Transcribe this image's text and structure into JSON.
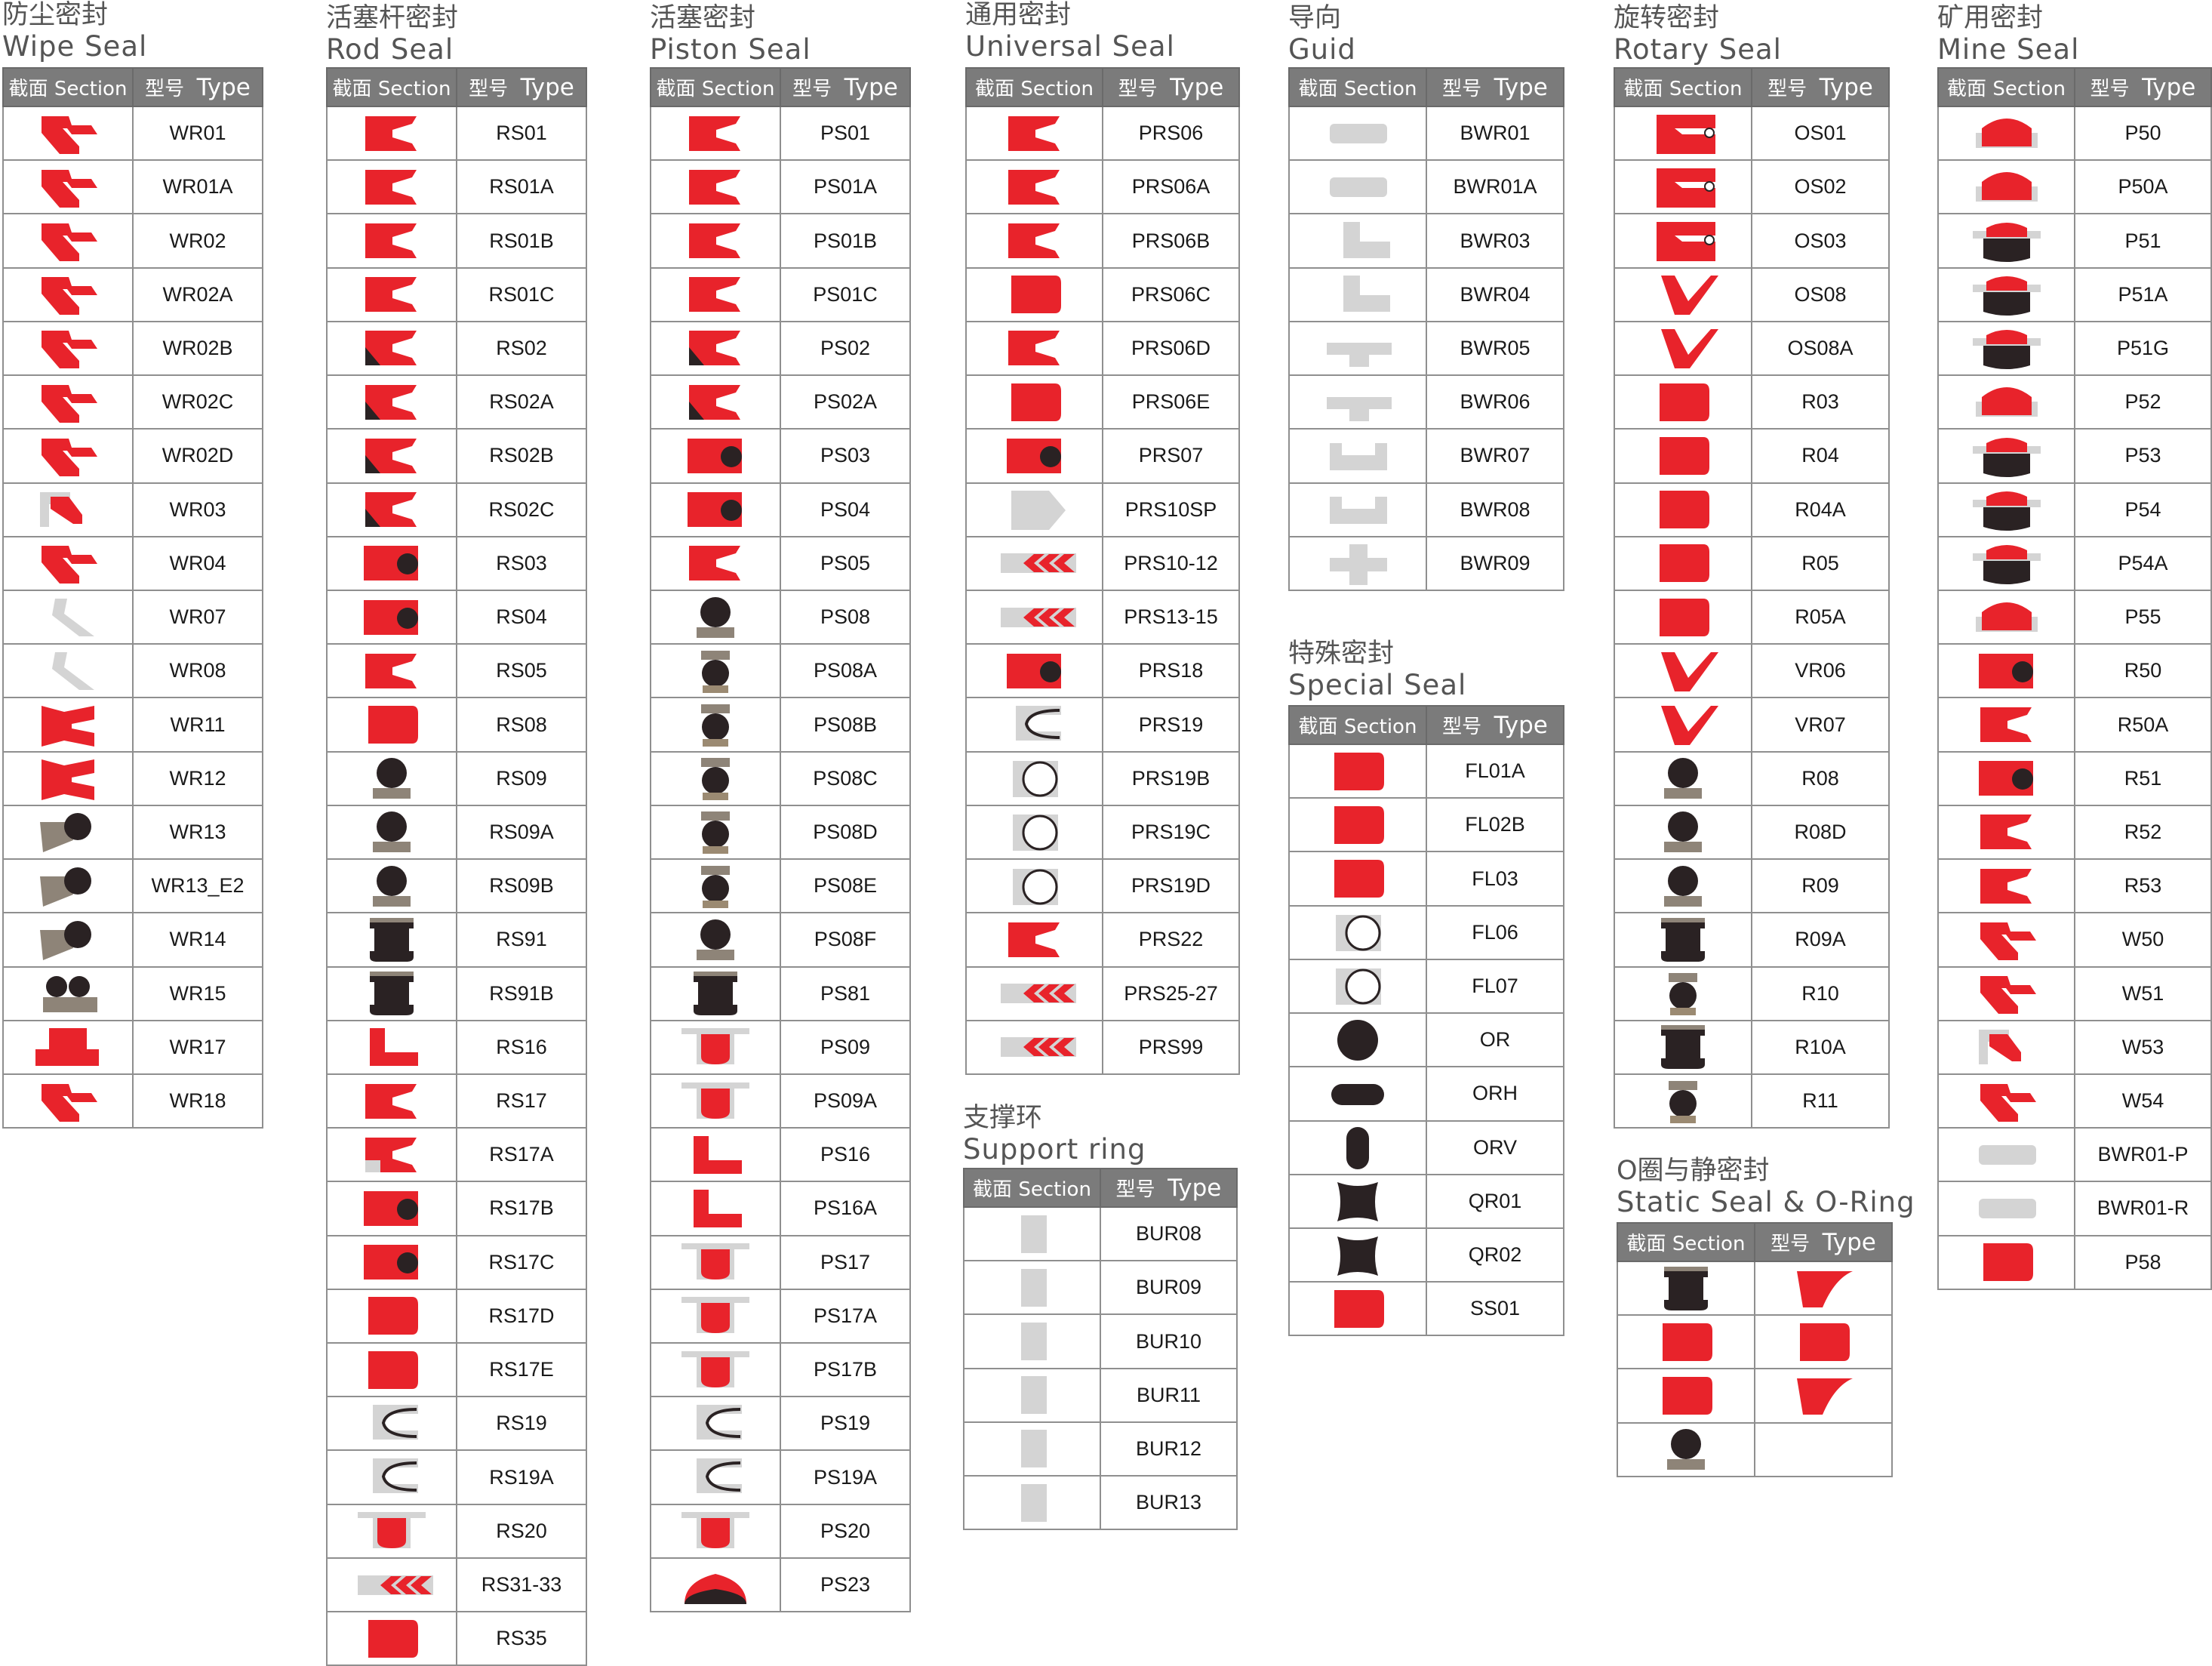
{
  "header": {
    "section_zh": "截面",
    "section_en": "Section",
    "type_zh": "型号",
    "type_en": "Type"
  },
  "colors": {
    "red": "#e8232b",
    "dark": "#2a2223",
    "brown": "#8e8478",
    "tan": "#9b8a72",
    "grey": "#d4d4d4",
    "header_bg": "#7b7b7b"
  },
  "groups": [
    {
      "id": "wipe",
      "title_zh": "防尘密封",
      "title_en": "Wipe Seal",
      "rows": [
        {
          "type": "WR01",
          "icon": "wiper-red-icon"
        },
        {
          "type": "WR01A",
          "icon": "wiper-red-icon"
        },
        {
          "type": "WR02",
          "icon": "wiper-red-icon"
        },
        {
          "type": "WR02A",
          "icon": "wiper-red-icon"
        },
        {
          "type": "WR02B",
          "icon": "wiper-red-icon"
        },
        {
          "type": "WR02C",
          "icon": "wiper-red-icon"
        },
        {
          "type": "WR02D",
          "icon": "wiper-red-icon"
        },
        {
          "type": "WR03",
          "icon": "wiper-metal-case-icon"
        },
        {
          "type": "WR04",
          "icon": "wiper-red-icon"
        },
        {
          "type": "WR07",
          "icon": "wiper-grey-icon"
        },
        {
          "type": "WR08",
          "icon": "wiper-grey-icon"
        },
        {
          "type": "WR11",
          "icon": "wiper-double-icon"
        },
        {
          "type": "WR12",
          "icon": "wiper-double-icon"
        },
        {
          "type": "WR13",
          "icon": "wiper-brown-oring-icon"
        },
        {
          "type": "WR13_E2",
          "icon": "wiper-brown-oring-icon"
        },
        {
          "type": "WR14",
          "icon": "wiper-brown-oring-icon"
        },
        {
          "type": "WR15",
          "icon": "wiper-double-oring-icon"
        },
        {
          "type": "WR17",
          "icon": "wiper-hat-icon"
        },
        {
          "type": "WR18",
          "icon": "wiper-red-icon"
        }
      ]
    },
    {
      "id": "rod",
      "title_zh": "活塞杆密封",
      "title_en": "Rod Seal",
      "rows": [
        {
          "type": "RS01",
          "icon": "u-cup-red-icon"
        },
        {
          "type": "RS01A",
          "icon": "u-cup-red-icon"
        },
        {
          "type": "RS01B",
          "icon": "u-cup-red-icon"
        },
        {
          "type": "RS01C",
          "icon": "u-cup-red-icon"
        },
        {
          "type": "RS02",
          "icon": "u-cup-backup-icon"
        },
        {
          "type": "RS02A",
          "icon": "u-cup-backup-icon"
        },
        {
          "type": "RS02B",
          "icon": "u-cup-backup-icon"
        },
        {
          "type": "RS02C",
          "icon": "u-cup-backup-icon"
        },
        {
          "type": "RS03",
          "icon": "u-cup-oring-icon"
        },
        {
          "type": "RS04",
          "icon": "u-cup-oring-icon"
        },
        {
          "type": "RS05",
          "icon": "u-cup-red-icon"
        },
        {
          "type": "RS08",
          "icon": "compact-red-icon"
        },
        {
          "type": "RS09",
          "icon": "oring-on-brown-icon"
        },
        {
          "type": "RS09A",
          "icon": "oring-on-brown-icon"
        },
        {
          "type": "RS09B",
          "icon": "oring-on-brown-icon"
        },
        {
          "type": "RS91",
          "icon": "dark-block-icon"
        },
        {
          "type": "RS91B",
          "icon": "dark-block-icon"
        },
        {
          "type": "RS16",
          "icon": "l-ring-red-icon"
        },
        {
          "type": "RS17",
          "icon": "u-cup-red-icon"
        },
        {
          "type": "RS17A",
          "icon": "u-cup-backup-grey-icon"
        },
        {
          "type": "RS17B",
          "icon": "u-cup-oring-icon"
        },
        {
          "type": "RS17C",
          "icon": "u-cup-oring-icon"
        },
        {
          "type": "RS17D",
          "icon": "compact-red-icon"
        },
        {
          "type": "RS17E",
          "icon": "compact-red-icon"
        },
        {
          "type": "RS19",
          "icon": "spring-seal-grey-icon"
        },
        {
          "type": "RS19A",
          "icon": "spring-seal-grey-icon"
        },
        {
          "type": "RS20",
          "icon": "t-seal-icon"
        },
        {
          "type": "RS31-33",
          "icon": "v-pack-red-icon"
        },
        {
          "type": "RS35",
          "icon": "compact-red-icon"
        }
      ]
    },
    {
      "id": "piston",
      "title_zh": "活塞密封",
      "title_en": "Piston Seal",
      "rows": [
        {
          "type": "PS01",
          "icon": "u-cup-red-icon"
        },
        {
          "type": "PS01A",
          "icon": "u-cup-red-icon"
        },
        {
          "type": "PS01B",
          "icon": "u-cup-red-icon"
        },
        {
          "type": "PS01C",
          "icon": "u-cup-red-icon"
        },
        {
          "type": "PS02",
          "icon": "u-cup-backup-icon"
        },
        {
          "type": "PS02A",
          "icon": "u-cup-backup-icon"
        },
        {
          "type": "PS03",
          "icon": "u-cup-oring-icon"
        },
        {
          "type": "PS04",
          "icon": "u-cup-oring-icon"
        },
        {
          "type": "PS05",
          "icon": "u-cup-red-icon"
        },
        {
          "type": "PS08",
          "icon": "oring-on-brown-icon"
        },
        {
          "type": "PS08A",
          "icon": "oring-stack-icon"
        },
        {
          "type": "PS08B",
          "icon": "oring-stack-icon"
        },
        {
          "type": "PS08C",
          "icon": "oring-stack-icon"
        },
        {
          "type": "PS08D",
          "icon": "oring-stack-icon"
        },
        {
          "type": "PS08E",
          "icon": "oring-stack-icon"
        },
        {
          "type": "PS08F",
          "icon": "oring-on-brown-icon"
        },
        {
          "type": "PS81",
          "icon": "dark-block-icon"
        },
        {
          "type": "PS09",
          "icon": "t-seal-icon"
        },
        {
          "type": "PS09A",
          "icon": "t-seal-icon"
        },
        {
          "type": "PS16",
          "icon": "l-ring-red-icon"
        },
        {
          "type": "PS16A",
          "icon": "l-ring-red-icon"
        },
        {
          "type": "PS17",
          "icon": "t-seal-icon"
        },
        {
          "type": "PS17A",
          "icon": "t-seal-icon"
        },
        {
          "type": "PS17B",
          "icon": "t-seal-icon"
        },
        {
          "type": "PS19",
          "icon": "spring-seal-grey-icon"
        },
        {
          "type": "PS19A",
          "icon": "spring-seal-grey-icon"
        },
        {
          "type": "PS20",
          "icon": "t-seal-icon"
        },
        {
          "type": "PS23",
          "icon": "dome-seal-icon"
        }
      ]
    },
    {
      "id": "universal",
      "title_zh": "通用密封",
      "title_en": "Universal Seal",
      "rows": [
        {
          "type": "PRS06",
          "icon": "u-cup-red-icon"
        },
        {
          "type": "PRS06A",
          "icon": "u-cup-red-icon"
        },
        {
          "type": "PRS06B",
          "icon": "u-cup-red-icon"
        },
        {
          "type": "PRS06C",
          "icon": "compact-red-icon"
        },
        {
          "type": "PRS06D",
          "icon": "u-cup-red-icon"
        },
        {
          "type": "PRS06E",
          "icon": "compact-red-icon"
        },
        {
          "type": "PRS07",
          "icon": "u-cup-oring-icon"
        },
        {
          "type": "PRS10SP",
          "icon": "grey-pentagon-icon"
        },
        {
          "type": "PRS10-12",
          "icon": "v-pack-red-icon"
        },
        {
          "type": "PRS13-15",
          "icon": "v-pack-red-icon"
        },
        {
          "type": "PRS18",
          "icon": "u-cup-oring-icon"
        },
        {
          "type": "PRS19",
          "icon": "spring-seal-grey-icon"
        },
        {
          "type": "PRS19B",
          "icon": "grey-oring-icon"
        },
        {
          "type": "PRS19C",
          "icon": "grey-oring-icon"
        },
        {
          "type": "PRS19D",
          "icon": "grey-oring-icon"
        },
        {
          "type": "PRS22",
          "icon": "u-cup-red-icon"
        },
        {
          "type": "PRS25-27",
          "icon": "v-pack-red-icon"
        },
        {
          "type": "PRS99",
          "icon": "v-pack-red-icon"
        }
      ]
    },
    {
      "id": "support",
      "title_zh": "支撑环",
      "title_en": "Support ring",
      "rows": [
        {
          "type": "BUR08",
          "icon": "backup-ring-icon"
        },
        {
          "type": "BUR09",
          "icon": "backup-ring-icon"
        },
        {
          "type": "BUR10",
          "icon": "backup-ring-icon"
        },
        {
          "type": "BUR11",
          "icon": "backup-ring-icon"
        },
        {
          "type": "BUR12",
          "icon": "backup-ring-icon"
        },
        {
          "type": "BUR13",
          "icon": "backup-ring-icon"
        }
      ]
    },
    {
      "id": "guide",
      "title_zh": "导向",
      "title_en": "Guid",
      "rows": [
        {
          "type": "BWR01",
          "icon": "guide-strip-icon"
        },
        {
          "type": "BWR01A",
          "icon": "guide-strip-icon"
        },
        {
          "type": "BWR03",
          "icon": "guide-l-icon"
        },
        {
          "type": "BWR04",
          "icon": "guide-l-icon"
        },
        {
          "type": "BWR05",
          "icon": "guide-t-icon"
        },
        {
          "type": "BWR06",
          "icon": "guide-t-icon"
        },
        {
          "type": "BWR07",
          "icon": "guide-u-icon"
        },
        {
          "type": "BWR08",
          "icon": "guide-u-icon"
        },
        {
          "type": "BWR09",
          "icon": "guide-cross-icon"
        }
      ]
    },
    {
      "id": "special",
      "title_zh": "特殊密封",
      "title_en": "Special Seal",
      "rows": [
        {
          "type": "FL01A",
          "icon": "compact-red-icon"
        },
        {
          "type": "FL02B",
          "icon": "compact-red-icon"
        },
        {
          "type": "FL03",
          "icon": "compact-red-icon"
        },
        {
          "type": "FL06",
          "icon": "grey-oring-icon"
        },
        {
          "type": "FL07",
          "icon": "grey-oring-icon"
        },
        {
          "type": "OR",
          "icon": "oring-dark-icon"
        },
        {
          "type": "ORH",
          "icon": "oring-flat-icon"
        },
        {
          "type": "ORV",
          "icon": "oring-tall-icon"
        },
        {
          "type": "QR01",
          "icon": "quad-ring-icon"
        },
        {
          "type": "QR02",
          "icon": "quad-ring-icon"
        },
        {
          "type": "SS01",
          "icon": "compact-red-icon"
        }
      ]
    },
    {
      "id": "rotary",
      "title_zh": "旋转密封",
      "title_en": "Rotary Seal",
      "rows": [
        {
          "type": "OS01",
          "icon": "oil-seal-icon"
        },
        {
          "type": "OS02",
          "icon": "oil-seal-icon"
        },
        {
          "type": "OS03",
          "icon": "oil-seal-icon"
        },
        {
          "type": "OS08",
          "icon": "v-lip-red-icon"
        },
        {
          "type": "OS08A",
          "icon": "v-lip-red-icon"
        },
        {
          "type": "R03",
          "icon": "compact-red-icon"
        },
        {
          "type": "R04",
          "icon": "compact-red-icon"
        },
        {
          "type": "R04A",
          "icon": "compact-red-icon"
        },
        {
          "type": "R05",
          "icon": "compact-red-icon"
        },
        {
          "type": "R05A",
          "icon": "compact-red-icon"
        },
        {
          "type": "VR06",
          "icon": "v-lip-red-icon"
        },
        {
          "type": "VR07",
          "icon": "v-lip-red-icon"
        },
        {
          "type": "R08",
          "icon": "oring-on-brown-icon"
        },
        {
          "type": "R08D",
          "icon": "oring-on-brown-icon"
        },
        {
          "type": "R09",
          "icon": "oring-on-brown-icon"
        },
        {
          "type": "R09A",
          "icon": "dark-block-icon"
        },
        {
          "type": "R10",
          "icon": "oring-stack-icon"
        },
        {
          "type": "R10A",
          "icon": "dark-block-icon"
        },
        {
          "type": "R11",
          "icon": "oring-stack-icon"
        }
      ]
    },
    {
      "id": "static",
      "title_zh": "O圈与静密封",
      "title_en": "Static Seal & O-Ring",
      "rows": [
        {
          "type": "",
          "icon": "dark-block-icon",
          "icon2": "red-wedge-icon"
        },
        {
          "type": "",
          "icon": "compact-red-icon",
          "icon2": "compact-red-icon"
        },
        {
          "type": "",
          "icon": "compact-red-icon",
          "icon2": "red-wedge-icon"
        },
        {
          "type": "",
          "icon": "oring-on-brown-icon",
          "icon2": ""
        }
      ]
    },
    {
      "id": "mine",
      "title_zh": "矿用密封",
      "title_en": "Mine Seal",
      "rows": [
        {
          "type": "P50",
          "icon": "mine-red-icon"
        },
        {
          "type": "P50A",
          "icon": "mine-red-icon"
        },
        {
          "type": "P51",
          "icon": "mine-dark-icon"
        },
        {
          "type": "P51A",
          "icon": "mine-dark-icon"
        },
        {
          "type": "P51G",
          "icon": "mine-dark-icon"
        },
        {
          "type": "P52",
          "icon": "mine-red-icon"
        },
        {
          "type": "P53",
          "icon": "mine-dark-icon"
        },
        {
          "type": "P54",
          "icon": "mine-dark-icon"
        },
        {
          "type": "P54A",
          "icon": "mine-dark-icon"
        },
        {
          "type": "P55",
          "icon": "mine-red-icon"
        },
        {
          "type": "R50",
          "icon": "u-cup-oring-icon"
        },
        {
          "type": "R50A",
          "icon": "u-cup-red-icon"
        },
        {
          "type": "R51",
          "icon": "u-cup-oring-icon"
        },
        {
          "type": "R52",
          "icon": "u-cup-red-icon"
        },
        {
          "type": "R53",
          "icon": "u-cup-red-icon"
        },
        {
          "type": "W50",
          "icon": "wiper-red-icon"
        },
        {
          "type": "W51",
          "icon": "wiper-red-icon"
        },
        {
          "type": "W53",
          "icon": "wiper-metal-case-icon"
        },
        {
          "type": "W54",
          "icon": "wiper-red-icon"
        },
        {
          "type": "BWR01-P",
          "icon": "guide-strip-icon"
        },
        {
          "type": "BWR01-R",
          "icon": "guide-strip-icon"
        },
        {
          "type": "P58",
          "icon": "compact-red-icon"
        }
      ]
    }
  ]
}
